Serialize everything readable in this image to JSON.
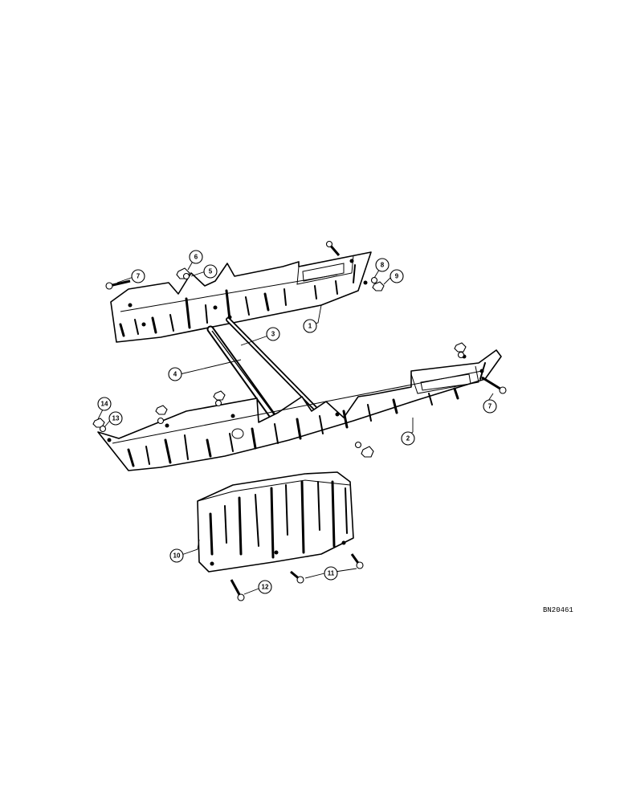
{
  "diagram": {
    "reference_code": "BN20461",
    "callouts": [
      "1",
      "2",
      "3",
      "4",
      "5",
      "6",
      "7",
      "7",
      "8",
      "9",
      "10",
      "11",
      "12",
      "13",
      "14"
    ]
  }
}
